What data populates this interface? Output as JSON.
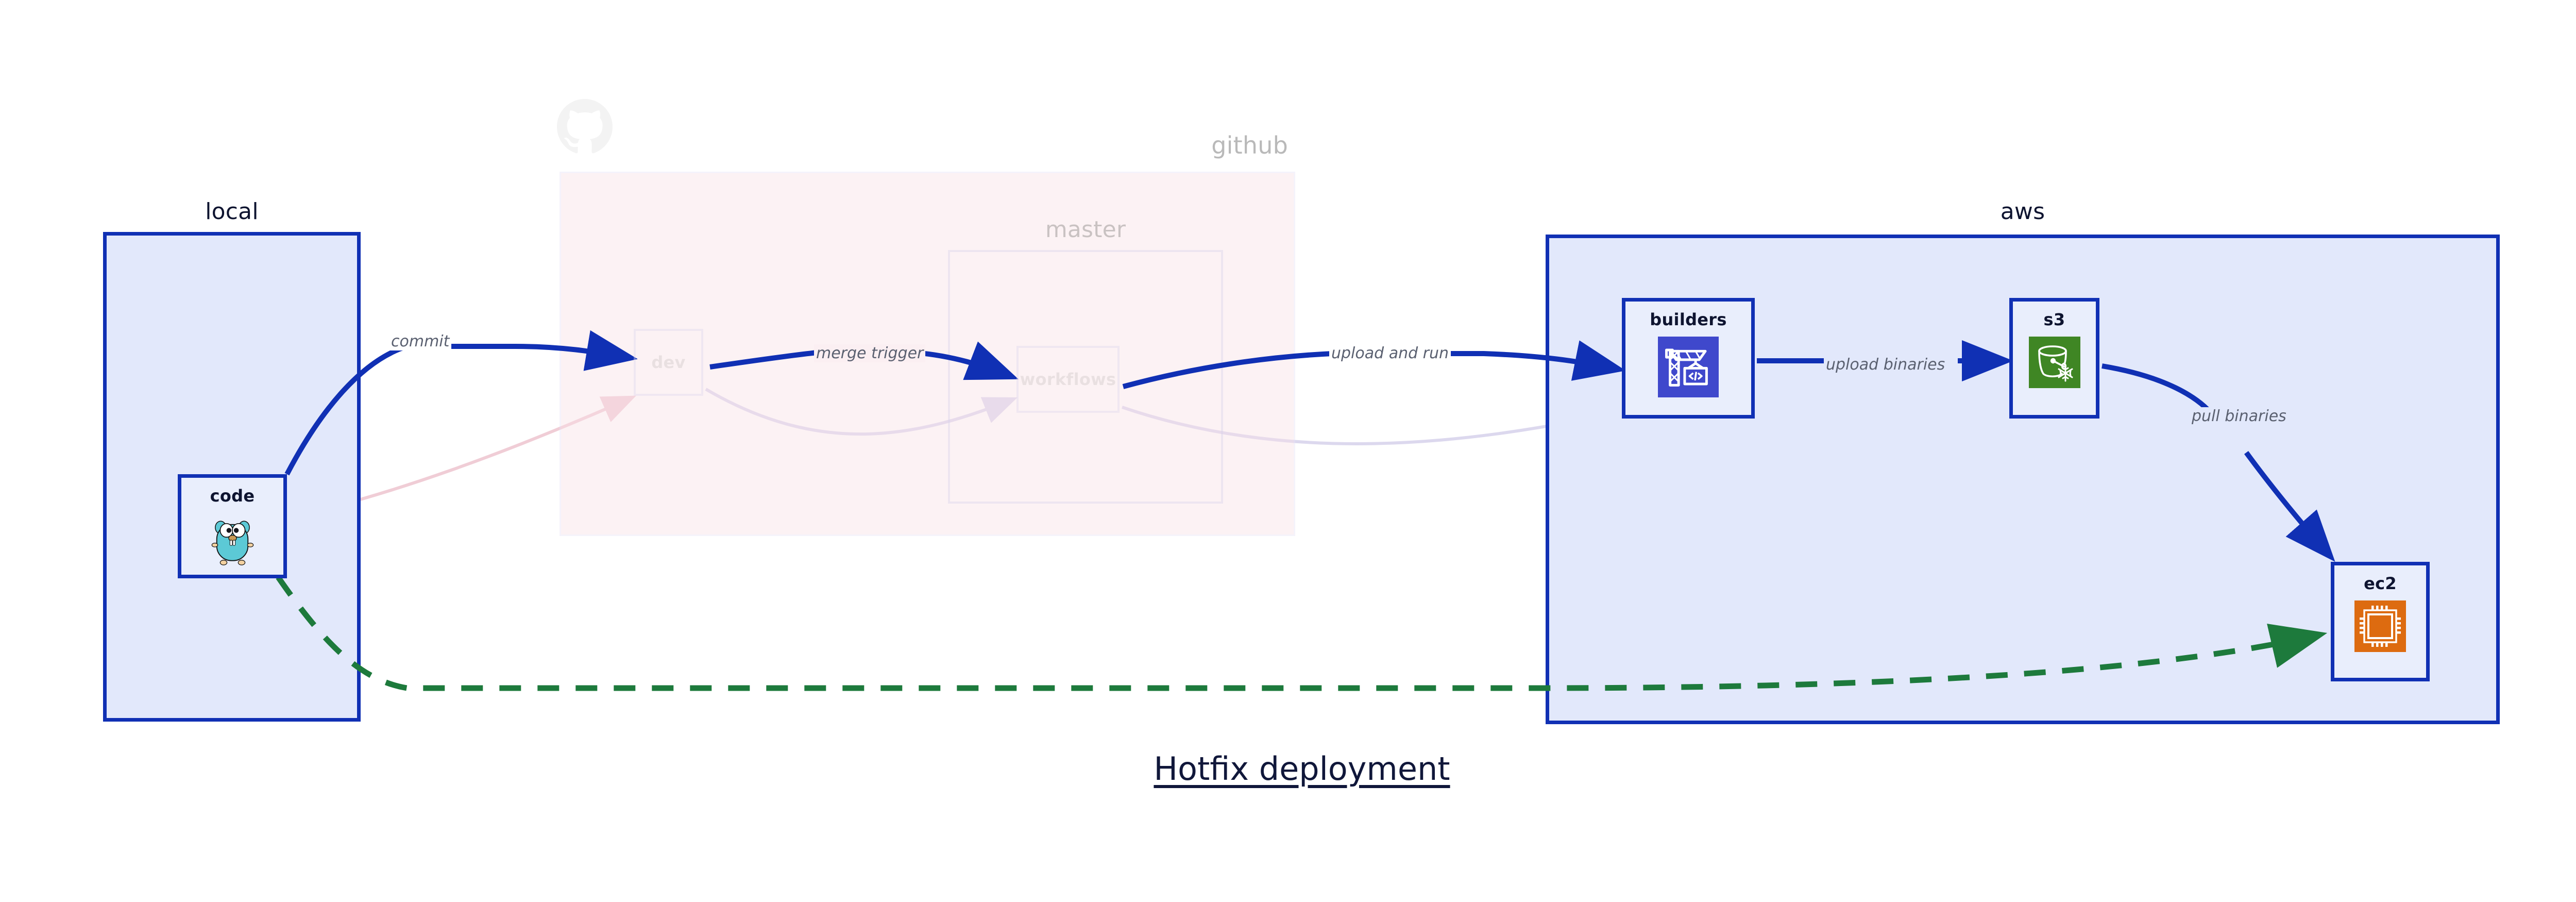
{
  "diagram": {
    "title": "Hotfix deployment",
    "colors": {
      "group_blue_fill": "#e2e8fb",
      "group_blue_border": "#1030b4",
      "group_pink_fill": "#fae1e7",
      "edge_blue": "#1030b4",
      "edge_green": "#1d7a3c",
      "label_gray": "#5a6070",
      "text_dark": "#0e1430",
      "codebuild_blue": "#3f48cc",
      "s3_green": "#3f8624",
      "ec2_orange": "#dd6b10"
    }
  },
  "groups": [
    {
      "id": "local",
      "label": "local",
      "state": "active"
    },
    {
      "id": "github",
      "label": "github",
      "state": "faded",
      "icon": "github-octocat-icon"
    },
    {
      "id": "master",
      "label": "master",
      "state": "faded"
    },
    {
      "id": "aws",
      "label": "aws",
      "state": "active"
    }
  ],
  "nodes": [
    {
      "id": "code",
      "label": "code",
      "icon": "go-gopher-icon",
      "state": "active",
      "group": "local"
    },
    {
      "id": "dev",
      "label": "dev",
      "icon": "none",
      "state": "faded",
      "group": "github"
    },
    {
      "id": "workflows",
      "label": "workflows",
      "icon": "none",
      "state": "faded",
      "group": "master"
    },
    {
      "id": "builders",
      "label": "builders",
      "icon": "aws-codebuild-icon",
      "state": "active",
      "group": "aws"
    },
    {
      "id": "s3",
      "label": "s3",
      "icon": "aws-s3-glacier-icon",
      "state": "active",
      "group": "aws"
    },
    {
      "id": "ec2",
      "label": "ec2",
      "icon": "aws-ec2-chip-icon",
      "state": "active",
      "group": "aws"
    }
  ],
  "edges": [
    {
      "id": "commit",
      "label": "commit",
      "from": "code",
      "to": "dev",
      "style": "solid",
      "color": "blue"
    },
    {
      "id": "merge-trigger",
      "label": "merge trigger",
      "from": "dev",
      "to": "workflows",
      "style": "solid",
      "color": "blue"
    },
    {
      "id": "upload-run",
      "label": "upload and run",
      "from": "workflows",
      "to": "builders",
      "style": "solid",
      "color": "blue"
    },
    {
      "id": "upload-bin",
      "label": "upload binaries",
      "from": "builders",
      "to": "s3",
      "style": "solid",
      "color": "blue"
    },
    {
      "id": "pull-bin",
      "label": "pull binaries",
      "from": "s3",
      "to": "ec2",
      "style": "solid",
      "color": "blue"
    },
    {
      "id": "hotfix",
      "label": "",
      "from": "code",
      "to": "ec2",
      "style": "dashed",
      "color": "green"
    }
  ]
}
